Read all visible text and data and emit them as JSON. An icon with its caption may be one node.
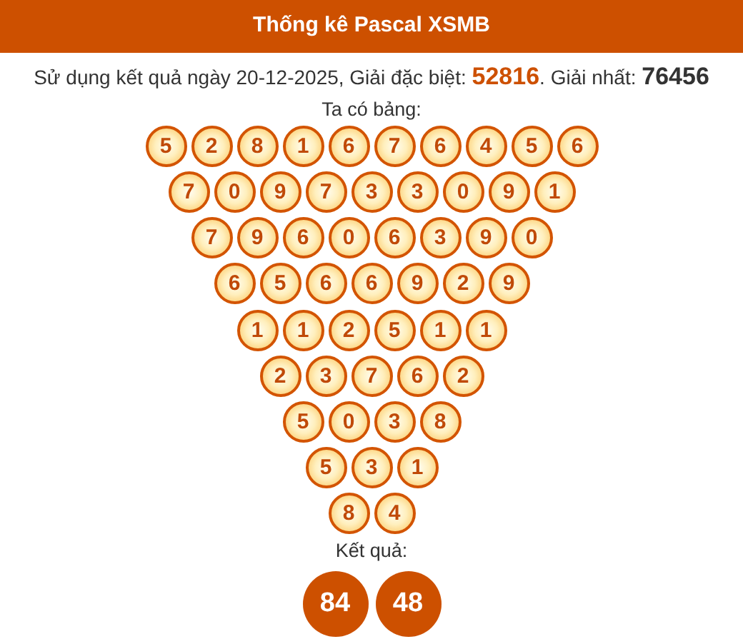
{
  "diagram": {
    "title": "Thống kê Pascal XSMB",
    "nodes": [
      {
        "text": [
          "5"
        ]
      },
      {
        "text": [
          "2"
        ]
      },
      {
        "text": [
          "8"
        ]
      },
      {
        "text": [
          "1"
        ]
      },
      {
        "text": [
          "6"
        ]
      },
      {
        "text": [
          "7"
        ]
      },
      {
        "text": [
          "6"
        ]
      },
      {
        "text": [
          "4"
        ]
      },
      {
        "text": [
          "5"
        ]
      },
      {
        "text": [
          "6"
        ]
      },
      {
        "text": [
          "7"
        ]
      },
      {
        "text": [
          "0"
        ]
      },
      {
        "text": [
          "9"
        ]
      },
      {
        "text": [
          "7"
        ]
      },
      {
        "text": [
          "3"
        ]
      },
      {
        "text": [
          "3"
        ]
      },
      {
        "text": [
          "0"
        ]
      },
      {
        "text": [
          "9"
        ]
      },
      {
        "text": [
          "1"
        ]
      },
      {
        "text": [
          "7"
        ]
      },
      {
        "text": [
          "9"
        ]
      },
      {
        "text": [
          "6"
        ]
      },
      {
        "text": [
          "0"
        ]
      },
      {
        "text": [
          "6"
        ]
      },
      {
        "text": [
          "3"
        ]
      },
      {
        "text": [
          "9"
        ]
      },
      {
        "text": [
          "0"
        ]
      },
      {
        "text": [
          "6"
        ]
      },
      {
        "text": [
          "5"
        ]
      },
      {
        "text": [
          "6"
        ]
      },
      {
        "text": [
          "6"
        ]
      },
      {
        "text": [
          "9"
        ]
      },
      {
        "text": [
          "2"
        ]
      },
      {
        "text": [
          "9"
        ]
      },
      {
        "text": [
          "1"
        ]
      },
      {
        "text": [
          "1"
        ]
      },
      {
        "text": [
          "2"
        ]
      },
      {
        "text": [
          "5"
        ]
      },
      {
        "text": [
          "1"
        ]
      },
      {
        "text": [
          "1"
        ]
      },
      {
        "text": [
          "2"
        ]
      },
      {
        "text": [
          "3"
        ]
      },
      {
        "text": [
          "7"
        ]
      },
      {
        "text": [
          "6"
        ]
      },
      {
        "text": [
          "2"
        ]
      },
      {
        "text": [
          "5"
        ]
      },
      {
        "text": [
          "0"
        ]
      },
      {
        "text": [
          "3"
        ]
      },
      {
        "text": [
          "8"
        ]
      },
      {
        "text": [
          "5"
        ]
      },
      {
        "text": [
          "3"
        ]
      },
      {
        "text": [
          "1"
        ]
      },
      {
        "text": [
          "8"
        ]
      },
      {
        "text": [
          "4"
        ]
      },
      {
        "text": [
          "84"
        ]
      },
      {
        "text": [
          "48"
        ]
      }
    ],
    "labels": [
      "Sử dụng kết quả ngày 20-12-2025, Giải đặc biệt: **52816**. Giải nhất: **76456**",
      "Ta có bảng:",
      "Kết quả:"
    ]
  }
}
